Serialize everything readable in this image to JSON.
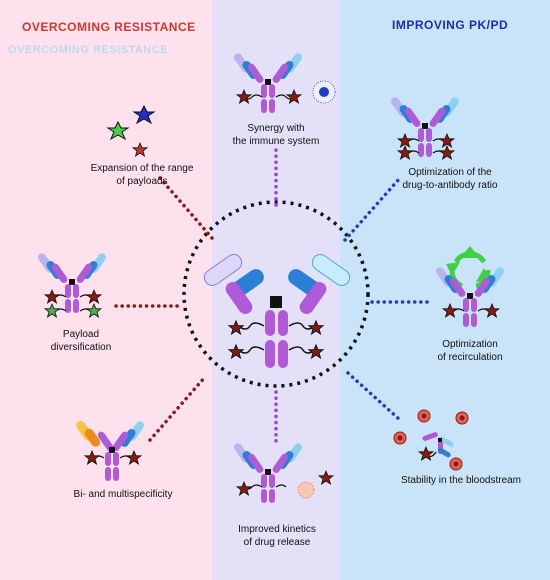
{
  "headings": {
    "left": "OVERCOMING RESISTANCE",
    "left_echo": "OVERCOMING RESISTANCE",
    "right": "IMPROVING PK/PD"
  },
  "labels": {
    "synergy": [
      "Synergy with",
      "the immune system"
    ],
    "expansion": [
      "Expansion of the range",
      "of payloads"
    ],
    "payload_div": [
      "Payload",
      "diversification"
    ],
    "bispecific": "Bi- and multispecificity",
    "kinetics": [
      "Improved kinetics",
      "of drug release"
    ],
    "dar": [
      "Optimization of the",
      "drug-to-antibody ratio"
    ],
    "recirculation": [
      "Optimization",
      "of recirculation"
    ],
    "stability": "Stability in the bloodstream"
  },
  "colors": {
    "left_panel": "#fde1ec",
    "middle_panel": "#e3e0f7",
    "right_panel": "#c9e4f8",
    "left_heading": "#d6352e",
    "right_heading": "#1a2fb0",
    "heavy_chain": "#b15ad8",
    "light_chain_light": "#b9b3ee",
    "light_chain_blue": "#2a7fd6",
    "light_chain_cyan": "#8fd0f0",
    "linker_red": "#8b1a0f",
    "linker_blue": "#1e3fc4",
    "linker_purple": "#9a44d6"
  }
}
